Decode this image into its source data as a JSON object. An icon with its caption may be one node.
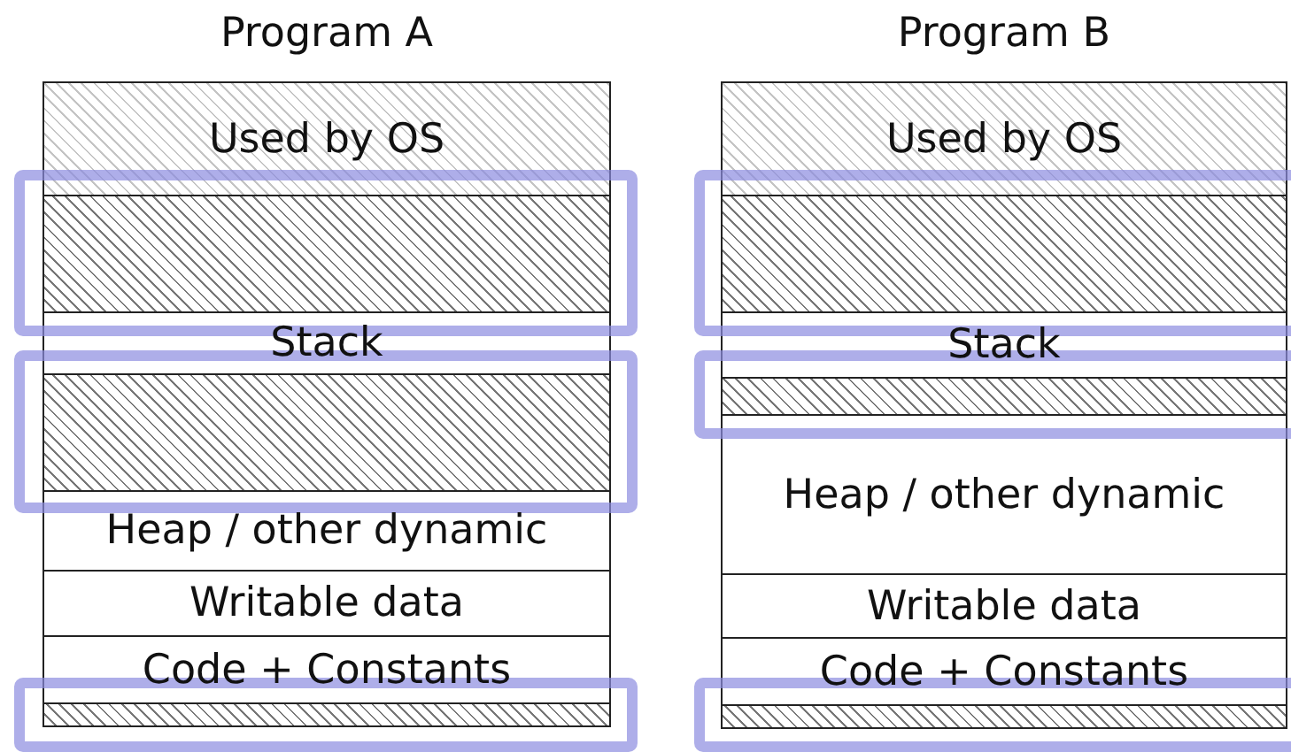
{
  "diagram": {
    "nodes": [
      {
        "text": [
          "Program A"
        ]
      },
      {
        "text": [
          "Used by OS"
        ],
        "in": 0
      },
      {
        "text": [],
        "shape": "box",
        "in": 0
      },
      {
        "text": [
          "Stack"
        ],
        "in": 0
      },
      {
        "text": [],
        "shape": "box",
        "in": 0
      },
      {
        "text": [
          "Heap / other dynamic"
        ],
        "in": 0
      },
      {
        "text": [
          "Writable data"
        ],
        "in": 0
      },
      {
        "text": [
          "Code + Constants"
        ],
        "in": 0
      },
      {
        "text": [],
        "shape": "box",
        "in": 0
      },
      {
        "text": [
          "Program B"
        ]
      },
      {
        "text": [
          "Used by OS"
        ],
        "in": 9
      },
      {
        "text": [],
        "shape": "box",
        "in": 9
      },
      {
        "text": [
          "Stack"
        ],
        "in": 9
      },
      {
        "text": [],
        "shape": "box",
        "in": 9
      },
      {
        "text": [
          "Heap / other dynamic"
        ],
        "in": 9
      },
      {
        "text": [
          "Writable data"
        ],
        "in": 9
      },
      {
        "text": [
          "Code + Constants"
        ],
        "in": 9
      },
      {
        "text": [],
        "shape": "box",
        "in": 9
      }
    ]
  }
}
